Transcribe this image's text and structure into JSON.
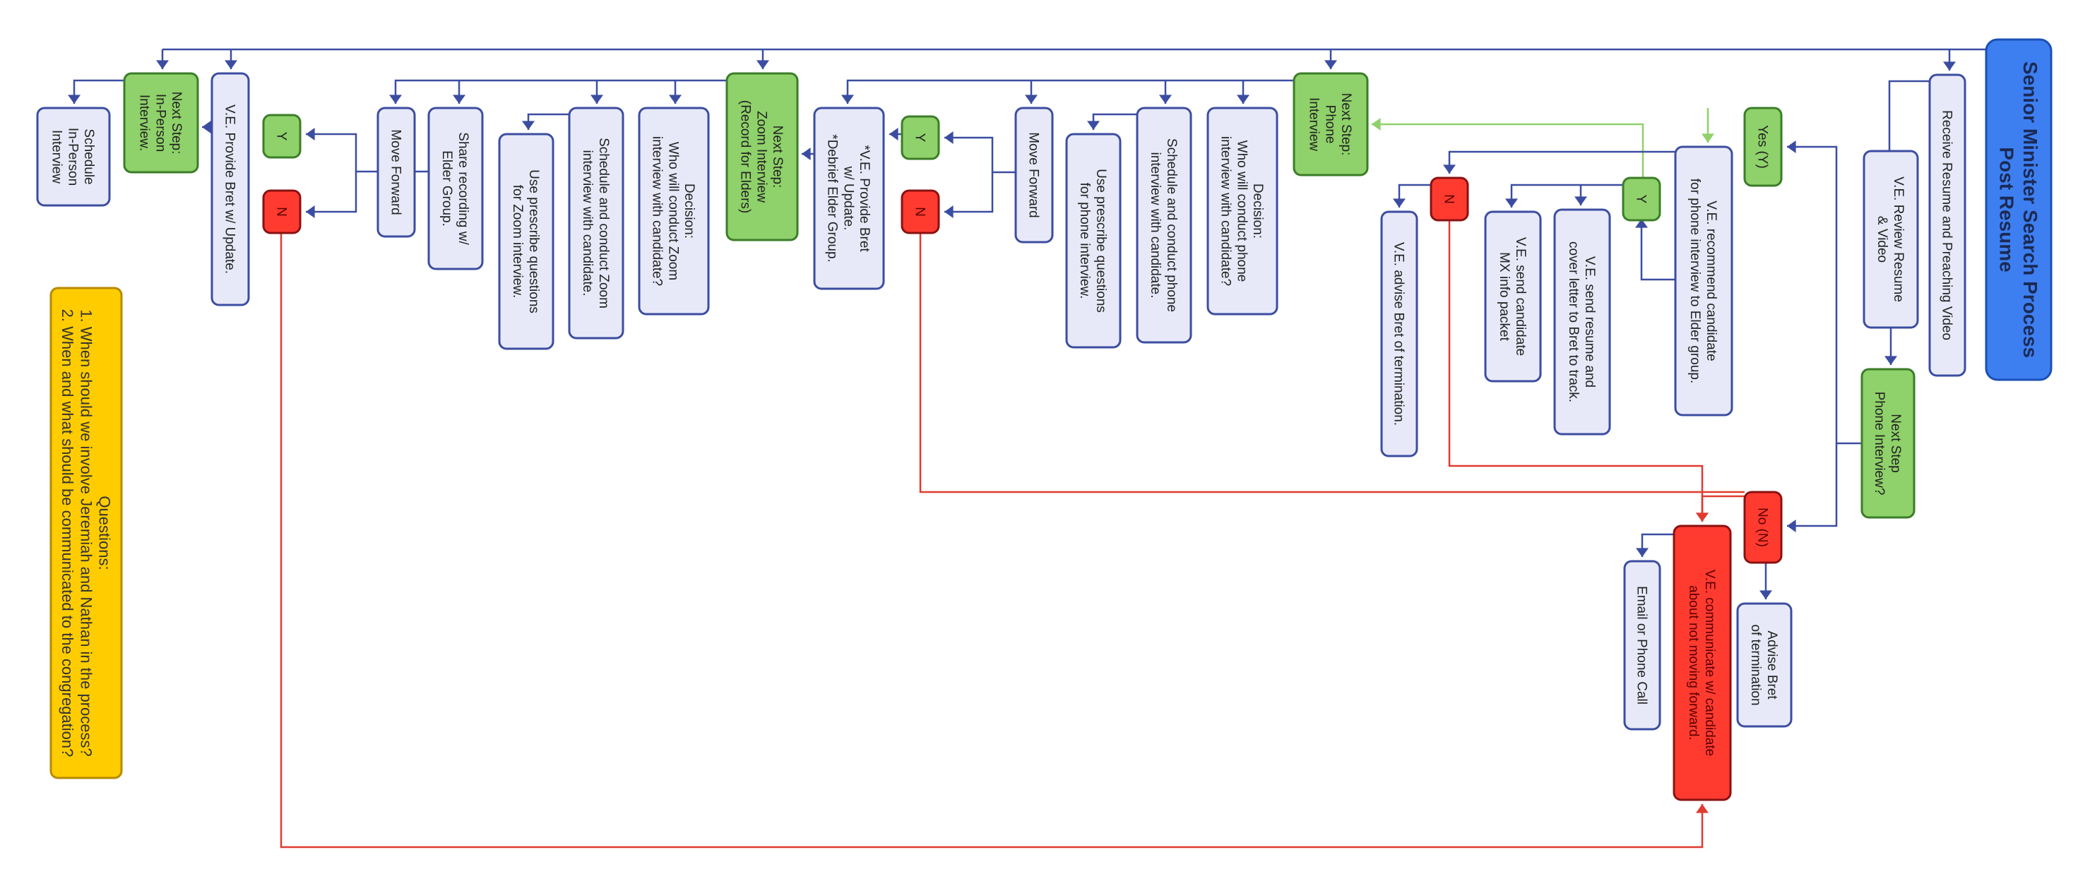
{
  "nodes": [
    {
      "id": "title",
      "style": "blue",
      "lines": [
        "Senior Minister Search Process",
        "Post Resume"
      ]
    },
    {
      "id": "receive",
      "style": "lav",
      "lines": [
        "Receive Resume and Preaching Video"
      ]
    },
    {
      "id": "review",
      "style": "lav",
      "lines": [
        "V.E. Review Resume",
        "& Video"
      ]
    },
    {
      "id": "nextphone_q",
      "style": "green",
      "lines": [
        "Next Step",
        "Phone Interview?"
      ]
    },
    {
      "id": "yes",
      "style": "green",
      "lines": [
        "Yes (Y)"
      ]
    },
    {
      "id": "no",
      "style": "red",
      "lines": [
        "No (N)"
      ]
    },
    {
      "id": "advise_term1",
      "style": "lav",
      "lines": [
        "Advise Bret",
        "of termination"
      ]
    },
    {
      "id": "communicate",
      "style": "red",
      "lines": [
        "V.E. communicate w/ candidate",
        "about not moving forward."
      ]
    },
    {
      "id": "email",
      "style": "lav",
      "lines": [
        "Email or Phone Call"
      ]
    },
    {
      "id": "recommend",
      "style": "lav",
      "lines": [
        "V.E. recommend candidate",
        "for phone interview to Elder group."
      ]
    },
    {
      "id": "y1",
      "style": "green",
      "lines": [
        "Y"
      ]
    },
    {
      "id": "send_resume",
      "style": "lav",
      "lines": [
        "V.E. send resume and",
        "cover letter to Bret to track."
      ]
    },
    {
      "id": "send_mx",
      "style": "lav",
      "lines": [
        "V.E. send candidate",
        "MX info packet"
      ]
    },
    {
      "id": "n1",
      "style": "red",
      "lines": [
        "N"
      ]
    },
    {
      "id": "advise_term2",
      "style": "lav",
      "lines": [
        "V.E. advise Bret of termination."
      ]
    },
    {
      "id": "nextstep_phone",
      "style": "green",
      "lines": [
        "Next Step:",
        "Phone",
        "Interview"
      ]
    },
    {
      "id": "decision_phone",
      "style": "lav",
      "lines": [
        "Decision:",
        "Who will conduct phone",
        "interview with candidate?"
      ]
    },
    {
      "id": "schedule_phone",
      "style": "lav",
      "lines": [
        "Schedule and conduct phone",
        "interview with candidate."
      ]
    },
    {
      "id": "prescribe_phone",
      "style": "lav",
      "lines": [
        "Use prescribe questions",
        "for phone interview."
      ]
    },
    {
      "id": "moveforward1",
      "style": "lav",
      "lines": [
        "Move Forward"
      ]
    },
    {
      "id": "y2",
      "style": "green",
      "lines": [
        "Y"
      ]
    },
    {
      "id": "n2",
      "style": "red",
      "lines": [
        "N"
      ]
    },
    {
      "id": "provide_bret1",
      "style": "lav",
      "lines": [
        "*V.E. Provide Bret",
        "w/ Update.",
        "*Debrief Elder Group."
      ]
    },
    {
      "id": "nextstep_zoom",
      "style": "green",
      "lines": [
        "Next Step:",
        "Zoom Interview",
        "(Record for Elders)"
      ]
    },
    {
      "id": "decision_zoom",
      "style": "lav",
      "lines": [
        "Decision:",
        "Who will conduct Zoom",
        "interview with candidate?"
      ]
    },
    {
      "id": "schedule_zoom",
      "style": "lav",
      "lines": [
        "Schedule and conduct Zoom",
        "interview with candidate."
      ]
    },
    {
      "id": "prescribe_zoom",
      "style": "lav",
      "lines": [
        "Use prescribe questions",
        "for Zoom interview."
      ]
    },
    {
      "id": "share_recording",
      "style": "lav",
      "lines": [
        "Share recording w/",
        "Elder Group."
      ]
    },
    {
      "id": "moveforward2",
      "style": "lav",
      "lines": [
        "Move Forward"
      ]
    },
    {
      "id": "y3",
      "style": "green",
      "lines": [
        "Y"
      ]
    },
    {
      "id": "n3",
      "style": "red",
      "lines": [
        "N"
      ]
    },
    {
      "id": "provide_bret2",
      "style": "lav",
      "lines": [
        "V.E. Provide Bret w/ Update."
      ]
    },
    {
      "id": "nextstep_inperson",
      "style": "green",
      "lines": [
        "Next Step:",
        "In-Person",
        "Interview."
      ]
    },
    {
      "id": "schedule_inperson",
      "style": "lav",
      "lines": [
        "Schedule",
        "In-Person",
        "Interview"
      ]
    },
    {
      "id": "questions",
      "style": "yellow",
      "lines": [
        "Questions:",
        "1. When should we involve Jeremiah and Nathan in the process?",
        "2. When and what should be communicated to the congregation?"
      ]
    }
  ],
  "colors": {
    "blue_line": "#3b4da1",
    "red_line": "#e03b30",
    "green_line": "#8fd16a",
    "lavender_fill": "#e8e9f8",
    "green_fill": "#8fd16a",
    "red_fill": "#ff3b30",
    "title_fill": "#3d7ff0",
    "note_fill": "#ffcc00"
  }
}
